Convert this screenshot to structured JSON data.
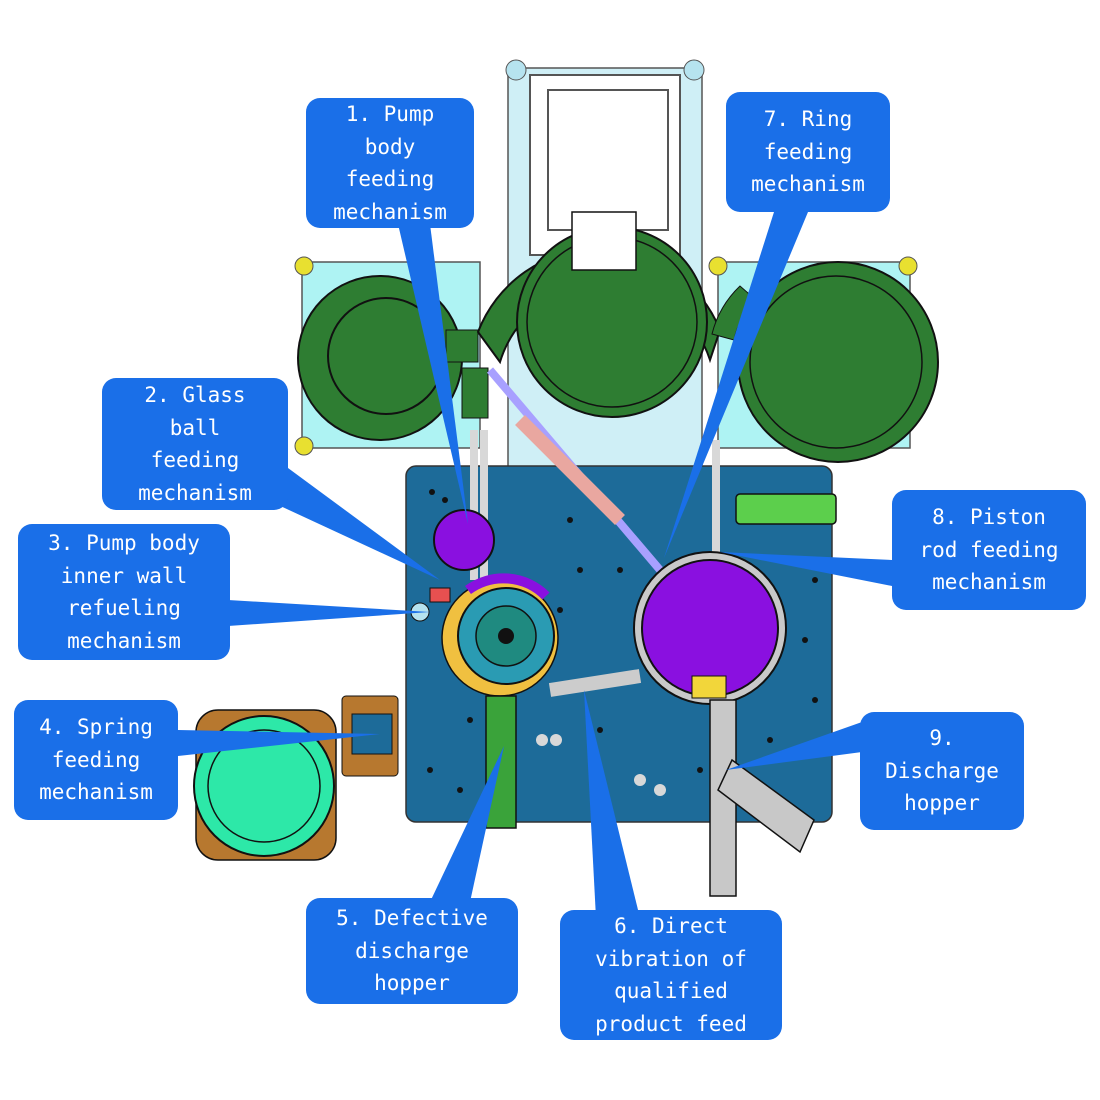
{
  "colors": {
    "callout_bg": "#1a6fe8",
    "callout_text": "#ffffff",
    "plate": "#1d6b99",
    "bowl": "#2e7d32",
    "frame": "#c9eef5",
    "turntable": "#8a10e0",
    "spring_bowl": "#2de8a8",
    "reject_chute": "#3aa33a",
    "discharge_chute": "#b8b8b8"
  },
  "callouts": [
    {
      "id": "1",
      "text": "1. Pump\nbody\nfeeding\nmechanism"
    },
    {
      "id": "2",
      "text": "2. Glass\nball\nfeeding\nmechanism"
    },
    {
      "id": "3",
      "text": "3. Pump body\ninner wall\nrefueling\nmechanism"
    },
    {
      "id": "4",
      "text": "4. Spring\nfeeding\nmechanism"
    },
    {
      "id": "5",
      "text": "5. Defective\ndischarge\nhopper"
    },
    {
      "id": "6",
      "text": "6. Direct\nvibration of\nqualified\nproduct feed"
    },
    {
      "id": "7",
      "text": "7. Ring\nfeeding\nmechanism"
    },
    {
      "id": "8",
      "text": "8. Piston\nrod feeding\nmechanism"
    },
    {
      "id": "9",
      "text": "9.\nDischarge\nhopper"
    }
  ]
}
